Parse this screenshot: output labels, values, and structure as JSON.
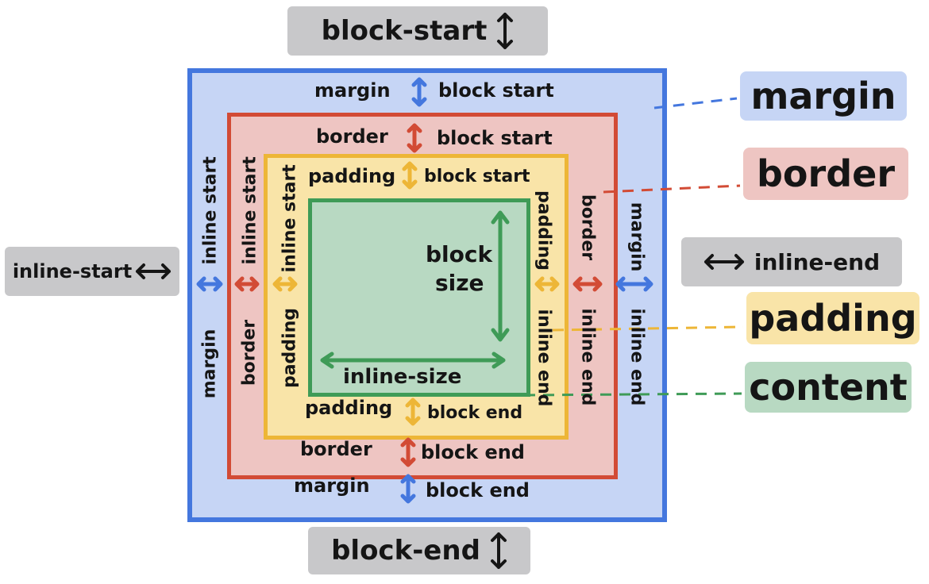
{
  "directions": {
    "block_start": "block-start",
    "block_end": "block-end",
    "inline_start": "inline-start",
    "inline_end": "inline-end"
  },
  "legend": {
    "margin": "margin",
    "border": "border",
    "padding": "padding",
    "content": "content"
  },
  "margin_labels": {
    "top_word": "margin",
    "top_side": "block start",
    "bottom_word": "margin",
    "bottom_side": "block end",
    "left_word": "margin",
    "left_side": "inline start",
    "right_word": "margin",
    "right_side": "inline end"
  },
  "border_labels": {
    "top_word": "border",
    "top_side": "block start",
    "bottom_word": "border",
    "bottom_side": "block end",
    "left_word": "border",
    "left_side": "inline start",
    "right_word": "border",
    "right_side": "inline end"
  },
  "padding_labels": {
    "top_word": "padding",
    "top_side": "block start",
    "bottom_word": "padding",
    "bottom_side": "block end",
    "left_word": "padding",
    "left_side": "inline start",
    "right_word": "padding",
    "right_side": "inline end"
  },
  "content_labels": {
    "block_size_1": "block",
    "block_size_2": "size",
    "inline_size": "inline-size"
  },
  "colors": {
    "margin_fill": "#c6d5f5",
    "margin_stroke": "#4477de",
    "border_fill": "#eec5c2",
    "border_stroke": "#d24b35",
    "padding_fill": "#f9e4a8",
    "padding_stroke": "#edb637",
    "content_fill": "#b8d9c2",
    "content_stroke": "#3f9b57",
    "tag_fill": "#c8c8ca"
  }
}
